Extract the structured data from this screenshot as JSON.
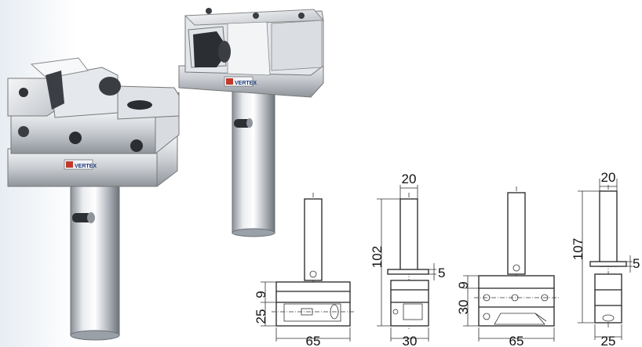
{
  "brand_label": "VERTEX",
  "drawings": [
    {
      "id": "small-front",
      "height": "9",
      "depth": "25",
      "width": "65"
    },
    {
      "id": "small-side",
      "shank": "20",
      "total_height": "102",
      "pin": "5",
      "width": "30"
    },
    {
      "id": "large-front",
      "height": "9",
      "depth": "30",
      "width": "65"
    },
    {
      "id": "large-side",
      "shank": "20",
      "total_height": "107",
      "pin": "5",
      "width": "25"
    }
  ]
}
